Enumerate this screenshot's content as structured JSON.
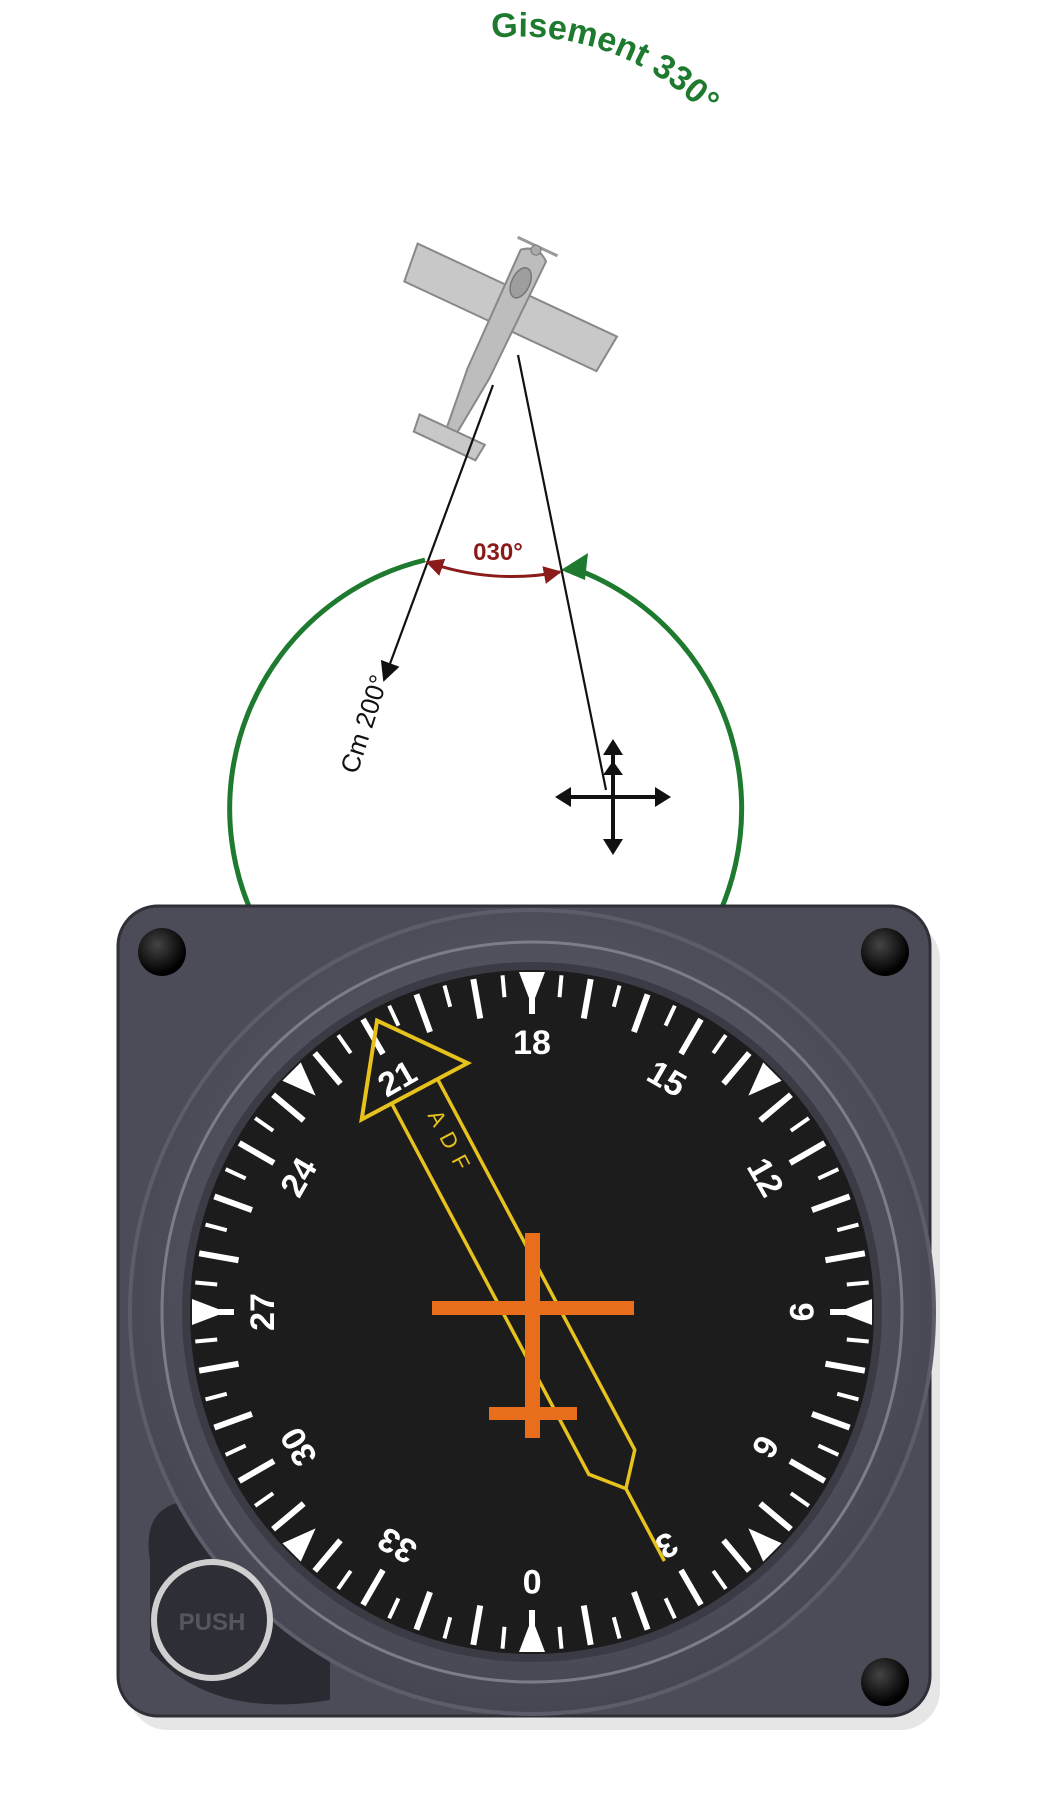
{
  "diagram": {
    "gisement_label": "Gisement 330°",
    "arc_label": "030°",
    "course_label": "Cm 200°",
    "colors": {
      "circle": "#1e7a2e",
      "arc": "#8b1a1a",
      "line": "#111111",
      "aircraft": "#b9b9b9"
    }
  },
  "instrument": {
    "type": "ADF / RMI bearing indicator",
    "pointer_label": "ADF",
    "knob_label": "PUSH",
    "pointer_bearing_deg": 330,
    "numbers": [
      "0",
      "3",
      "6",
      "9",
      "12",
      "15",
      "18",
      "21",
      "24",
      "27",
      "30",
      "33"
    ],
    "colors": {
      "bezel": "#4b4c57",
      "dial": "#1c1c1c",
      "marks": "#ffffff",
      "pointer": "#e8c21c",
      "aircraft_symbol": "#e86e1c"
    }
  }
}
